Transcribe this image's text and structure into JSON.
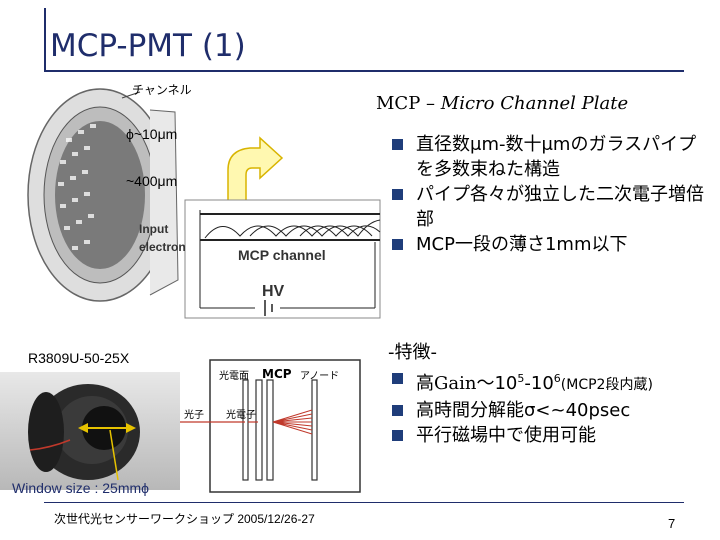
{
  "slide": {
    "title": "MCP-PMT (1)",
    "page_number": "7",
    "footer": "次世代光センサーワークショップ 2005/12/26-27"
  },
  "subtitle": {
    "prefix": "MCP – ",
    "italic": "Micro Channel Plate"
  },
  "bullets": [
    "直径数μm-数十μmのガラスパイプを多数束ねた構造",
    "パイプ各々が独立した二次電子増倍部",
    "MCP一段の薄さ1mm以下"
  ],
  "features": {
    "heading": "-特徴-",
    "items": [
      {
        "pre": "高",
        "serif": "Gain",
        "mid": "～10",
        "sup1": "5",
        "dash": "-10",
        "sup2": "6",
        "small": "(MCP2段内蔵)"
      },
      {
        "text": "高時間分解能σ<~40psec"
      },
      {
        "text": "平行磁場中で使用可能"
      }
    ]
  },
  "diagram": {
    "channel_label": "チャンネル",
    "diameter_label": "ϕ~10μm",
    "thickness_label": "~400μm",
    "input_label": "Input",
    "electron_label": "electron",
    "mcp_channel_label": "MCP channel",
    "hv_label": "HV"
  },
  "pmt": {
    "product_label": "R3809U-50-25X",
    "window_label": "Window size : 25mmϕ",
    "photocathode_label": "光電面",
    "mcp_label": "MCP",
    "anode_label": "アノード",
    "photon_label": "光子",
    "photoelectron_label": "光電子"
  },
  "colors": {
    "title": "#1f2d6b",
    "bullet": "#1f3d7a",
    "arrow_fill": "#fff8b0",
    "arrow_stroke": "#d8b400",
    "signal_red": "#c0392b"
  }
}
